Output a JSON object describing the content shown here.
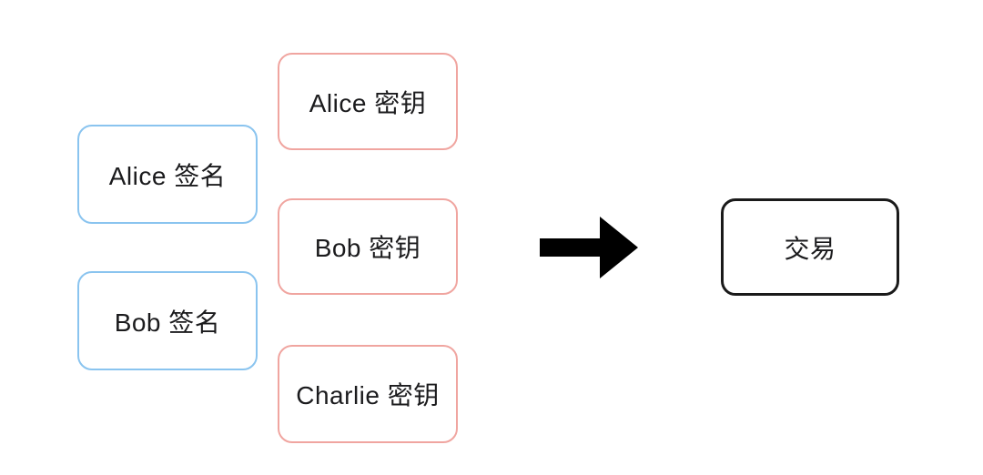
{
  "diagram": {
    "title": "multisig-transaction-diagram",
    "signature_boxes": [
      {
        "label": "Alice 签名"
      },
      {
        "label": "Bob 签名"
      }
    ],
    "key_boxes": [
      {
        "label": "Alice 密钥"
      },
      {
        "label": "Bob 密钥"
      },
      {
        "label": "Charlie 密钥"
      }
    ],
    "result_box": {
      "label": "交易"
    },
    "icons": {
      "arrow": "arrow-right-icon"
    },
    "colors": {
      "signature_border": "#8ac4ef",
      "key_border": "#f0a5a0",
      "result_border": "#1a1a1a",
      "arrow": "#000000",
      "text": "#1b1b1d",
      "background": "#ffffff"
    }
  }
}
